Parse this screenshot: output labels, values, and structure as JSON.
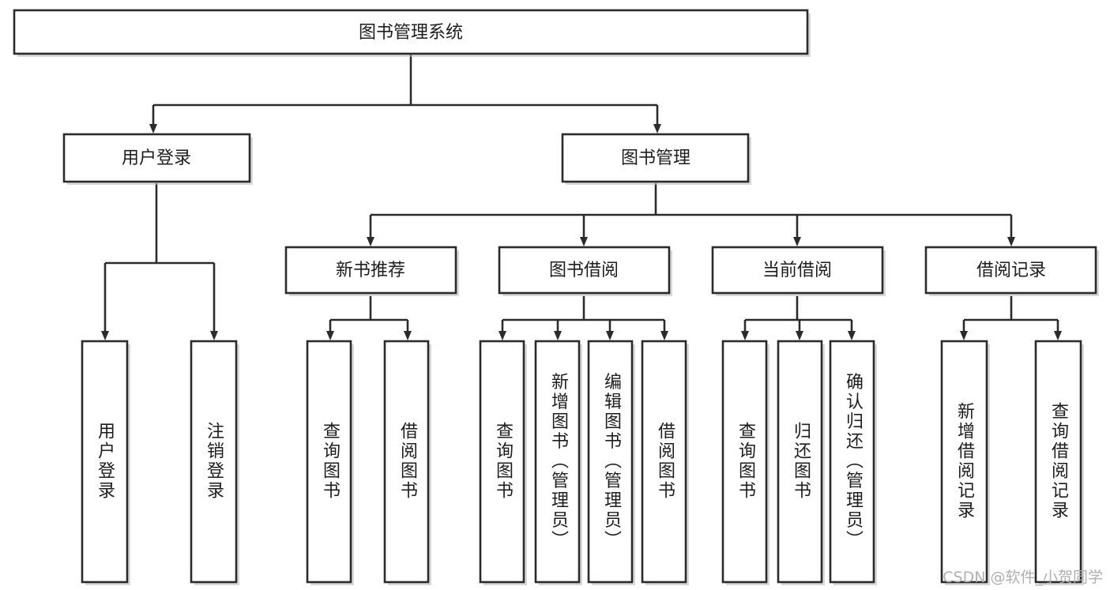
{
  "diagram": {
    "type": "hierarchy-tree",
    "title": "图书管理系统",
    "orientation": "top-down",
    "levels": 4,
    "root": {
      "id": "root",
      "label": "图书管理系统",
      "orientation": "horizontal"
    },
    "level2": [
      {
        "id": "user-login",
        "label": "用户登录",
        "orientation": "horizontal"
      },
      {
        "id": "book-mgmt",
        "label": "图书管理",
        "orientation": "horizontal"
      }
    ],
    "level3": [
      {
        "id": "new-book-rec",
        "label": "新书推荐",
        "orientation": "horizontal",
        "parent": "book-mgmt"
      },
      {
        "id": "book-borrow",
        "label": "图书借阅",
        "orientation": "horizontal",
        "parent": "book-mgmt"
      },
      {
        "id": "current-borrow",
        "label": "当前借阅",
        "orientation": "horizontal",
        "parent": "book-mgmt"
      },
      {
        "id": "borrow-record",
        "label": "借阅记录",
        "orientation": "horizontal",
        "parent": "book-mgmt"
      }
    ],
    "leaves": [
      {
        "id": "leaf-user-login",
        "label": "用户登录",
        "orientation": "vertical",
        "parent": "user-login"
      },
      {
        "id": "leaf-logout-login",
        "label": "注销登录",
        "orientation": "vertical",
        "parent": "user-login"
      },
      {
        "id": "leaf-query-book-1",
        "label": "查询图书",
        "orientation": "vertical",
        "parent": "new-book-rec"
      },
      {
        "id": "leaf-borrow-book-1",
        "label": "借阅图书",
        "orientation": "vertical",
        "parent": "new-book-rec"
      },
      {
        "id": "leaf-query-book-2",
        "label": "查询图书",
        "orientation": "vertical",
        "parent": "book-borrow"
      },
      {
        "id": "leaf-add-book",
        "label": "新增图书（管理员）",
        "orientation": "vertical",
        "parent": "book-borrow"
      },
      {
        "id": "leaf-edit-book",
        "label": "编辑图书（管理员）",
        "orientation": "vertical",
        "parent": "book-borrow"
      },
      {
        "id": "leaf-borrow-book-2",
        "label": "借阅图书",
        "orientation": "vertical",
        "parent": "book-borrow"
      },
      {
        "id": "leaf-query-book-3",
        "label": "查询图书",
        "orientation": "vertical",
        "parent": "current-borrow"
      },
      {
        "id": "leaf-return-book",
        "label": "归还图书",
        "orientation": "vertical",
        "parent": "current-borrow"
      },
      {
        "id": "leaf-confirm-return",
        "label": "确认归还（管理员）",
        "orientation": "vertical",
        "parent": "current-borrow"
      },
      {
        "id": "leaf-add-record",
        "label": "新增借阅记录",
        "orientation": "vertical",
        "parent": "borrow-record"
      },
      {
        "id": "leaf-query-record",
        "label": "查询借阅记录",
        "orientation": "vertical",
        "parent": "borrow-record"
      }
    ]
  },
  "watermark": {
    "text": "CSDN @软件_小贺同学"
  },
  "colors": {
    "background": "#ffffff",
    "box_fill": "#ffffff",
    "box_stroke": "#2b2b2b",
    "text": "#1d1d1d",
    "watermark": "#b0b0b0",
    "shadow": "#b9b9b9"
  }
}
